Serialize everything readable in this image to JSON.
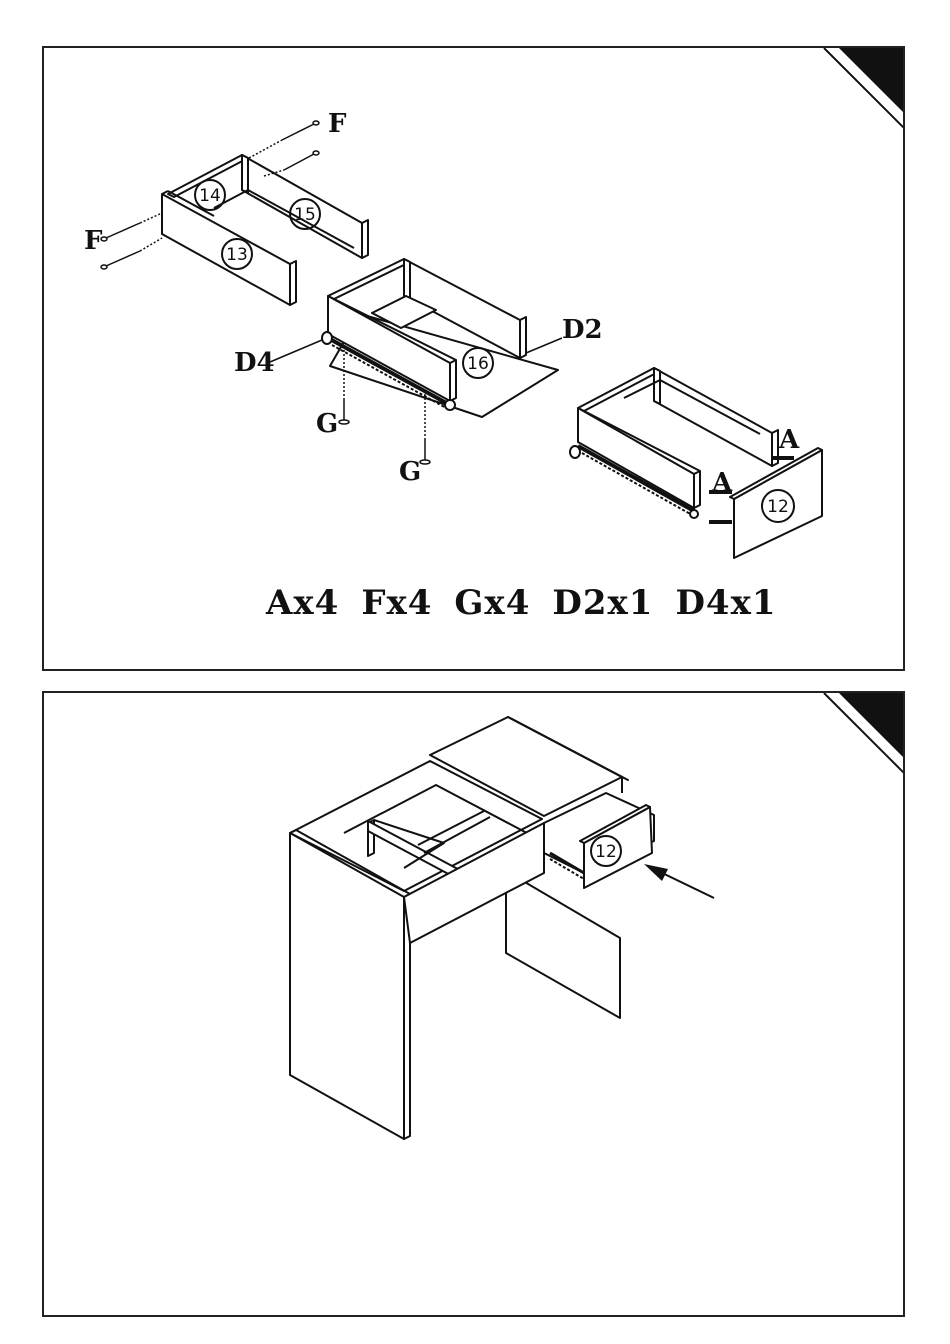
{
  "step1": {
    "labels": {
      "F_top": "F",
      "F_left": "F",
      "D2": "D2",
      "D4": "D4",
      "G_left": "G",
      "G_right": "G",
      "A_top": "A",
      "A_bottom": "A"
    },
    "parts": {
      "p14": "14",
      "p15": "15",
      "p13": "13",
      "p16": "16",
      "p12": "12"
    },
    "hardware_list": [
      "Ax4",
      "Fx4",
      "Gx4",
      "D2x1",
      "D4x1"
    ]
  },
  "step2": {
    "parts": {
      "p12": "12"
    }
  },
  "colors": {
    "line": "#111111",
    "corner": "#111111",
    "background": "#ffffff"
  }
}
